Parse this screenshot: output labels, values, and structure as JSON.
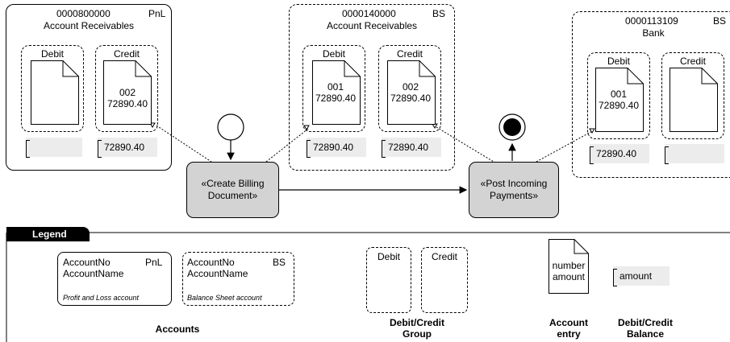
{
  "accounts": [
    {
      "number": "0000800000",
      "type": "PnL",
      "name": "Account Receivables",
      "debit_label": "Debit",
      "credit_label": "Credit",
      "credit_entry": {
        "number": "002",
        "amount": "72890.40"
      },
      "credit_balance": "72890.40"
    },
    {
      "number": "0000140000",
      "type": "BS",
      "name": "Account Receivables",
      "debit_label": "Debit",
      "credit_label": "Credit",
      "debit_entry": {
        "number": "001",
        "amount": "72890.40"
      },
      "credit_entry": {
        "number": "002",
        "amount": "72890.40"
      },
      "debit_balance": "72890.40",
      "credit_balance": "72890.40"
    },
    {
      "number": "0000113109",
      "type": "BS",
      "name": "Bank",
      "debit_label": "Debit",
      "credit_label": "Credit",
      "debit_entry": {
        "number": "001",
        "amount": "72890.40"
      },
      "debit_balance": "72890.40"
    }
  ],
  "actions": [
    {
      "line1": "«Create Billing",
      "line2": "Document»"
    },
    {
      "line1": "«Post Incoming",
      "line2": "Payments»"
    }
  ],
  "legend": {
    "title": "Legend",
    "pnl": {
      "no": "AccountNo",
      "type": "PnL",
      "name": "AccountName",
      "desc": "Profit and Loss account"
    },
    "bs": {
      "no": "AccountNo",
      "type": "BS",
      "name": "AccountName",
      "desc": "Balance Sheet account"
    },
    "accounts_caption": "Accounts",
    "debit": "Debit",
    "credit": "Credit",
    "group_caption_1": "Debit/Credit",
    "group_caption_2": "Group",
    "entry_number": "number",
    "entry_amount": "amount",
    "entry_caption_1": "Account",
    "entry_caption_2": "entry",
    "balance_amount": "amount",
    "balance_caption_1": "Debit/Credit",
    "balance_caption_2": "Balance"
  }
}
